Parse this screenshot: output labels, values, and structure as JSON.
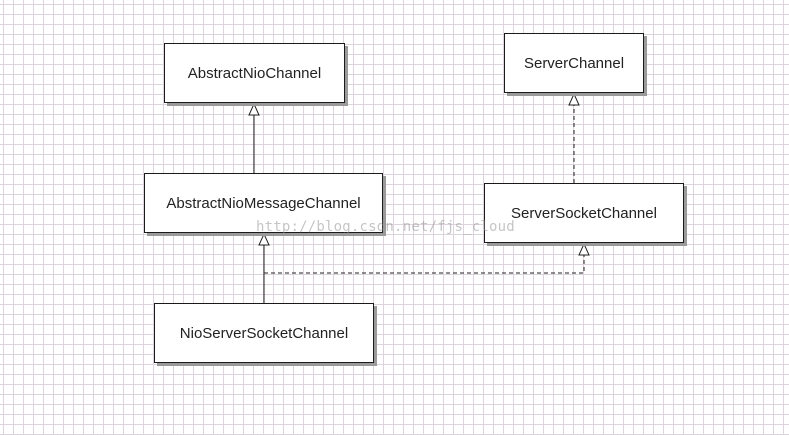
{
  "classes": {
    "abstract_nio_channel": "AbstractNioChannel",
    "server_channel": "ServerChannel",
    "abstract_nio_message_channel": "AbstractNioMessageChannel",
    "server_socket_channel": "ServerSocketChannel",
    "nio_server_socket_channel": "NioServerSocketChannel"
  },
  "relations": [
    {
      "from": "AbstractNioMessageChannel",
      "to": "AbstractNioChannel",
      "type": "inheritance"
    },
    {
      "from": "NioServerSocketChannel",
      "to": "AbstractNioMessageChannel",
      "type": "inheritance"
    },
    {
      "from": "ServerSocketChannel",
      "to": "ServerChannel",
      "type": "realization"
    },
    {
      "from": "NioServerSocketChannel",
      "to": "ServerSocketChannel",
      "type": "realization"
    }
  ],
  "watermark": "http://blog.csdn.net/fjs_cloud",
  "colors": {
    "grid": "#ddd3dc",
    "line": "#222222",
    "box_border": "#1a1a1a",
    "box_shadow": "#9a9a9a"
  }
}
